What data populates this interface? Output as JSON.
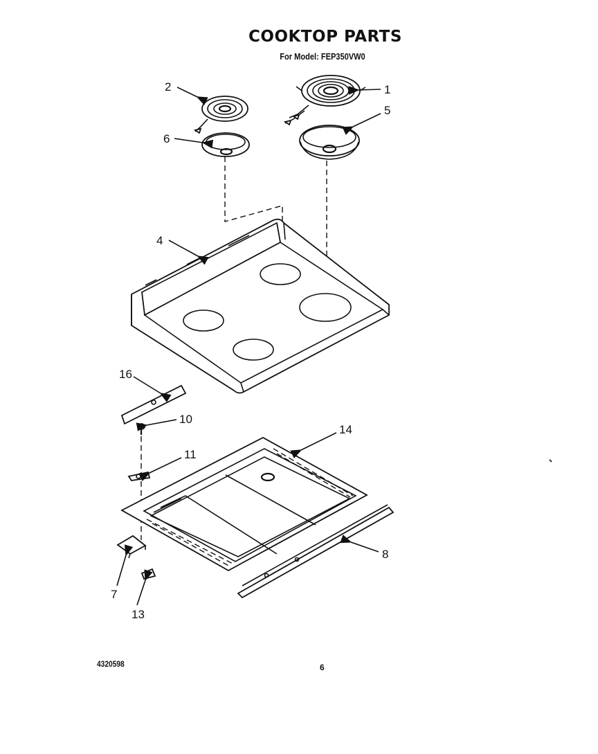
{
  "title": "COOKTOP PARTS",
  "subtitle": "For Model: FEP350VW0",
  "document_number": "4320598",
  "page_number": "6",
  "callouts": [
    "1",
    "2",
    "4",
    "5",
    "6",
    "7",
    "8",
    "10",
    "11",
    "13",
    "14",
    "16"
  ]
}
